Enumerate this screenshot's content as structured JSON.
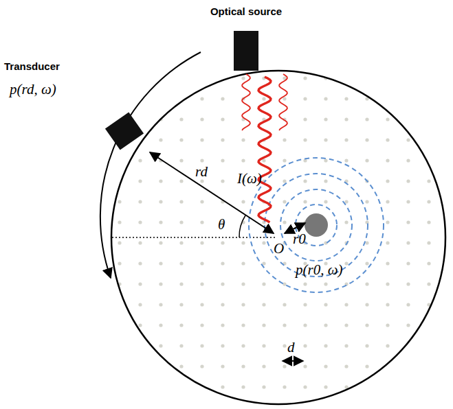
{
  "diagram": {
    "nodes": [
      {
        "text": [
          "Optical source"
        ]
      },
      {
        "text": [
          "Transducer",
          "p(rd, ω)"
        ]
      }
    ],
    "labels": [
      "I(ω)",
      "rd",
      "θ",
      "r0",
      "O",
      "p(r0, ω)",
      "d"
    ]
  }
}
